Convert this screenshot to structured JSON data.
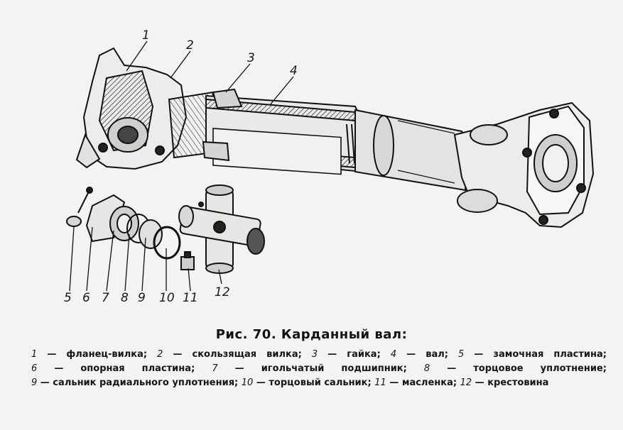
{
  "figure": {
    "callouts": [
      "1",
      "2",
      "3",
      "4",
      "5",
      "6",
      "7",
      "8",
      "9",
      "10",
      "11",
      "12"
    ]
  },
  "caption": {
    "title": "Рис. 70. Карданный вал:",
    "legend": [
      {
        "num": "1",
        "text": "фланец-вилка"
      },
      {
        "num": "2",
        "text": "скользящая вилка"
      },
      {
        "num": "3",
        "text": "гайка"
      },
      {
        "num": "4",
        "text": "вал"
      },
      {
        "num": "5",
        "text": "замочная пластина"
      },
      {
        "num": "6",
        "text": "опорная пластина"
      },
      {
        "num": "7",
        "text": "игольчатый подшипник"
      },
      {
        "num": "8",
        "text": "торцовое уплотнение"
      },
      {
        "num": "9",
        "text": "сальник радиального уплотнения"
      },
      {
        "num": "10",
        "text": "торцовый сальник"
      },
      {
        "num": "11",
        "text": "масленка"
      },
      {
        "num": "12",
        "text": "крестовина"
      }
    ]
  }
}
